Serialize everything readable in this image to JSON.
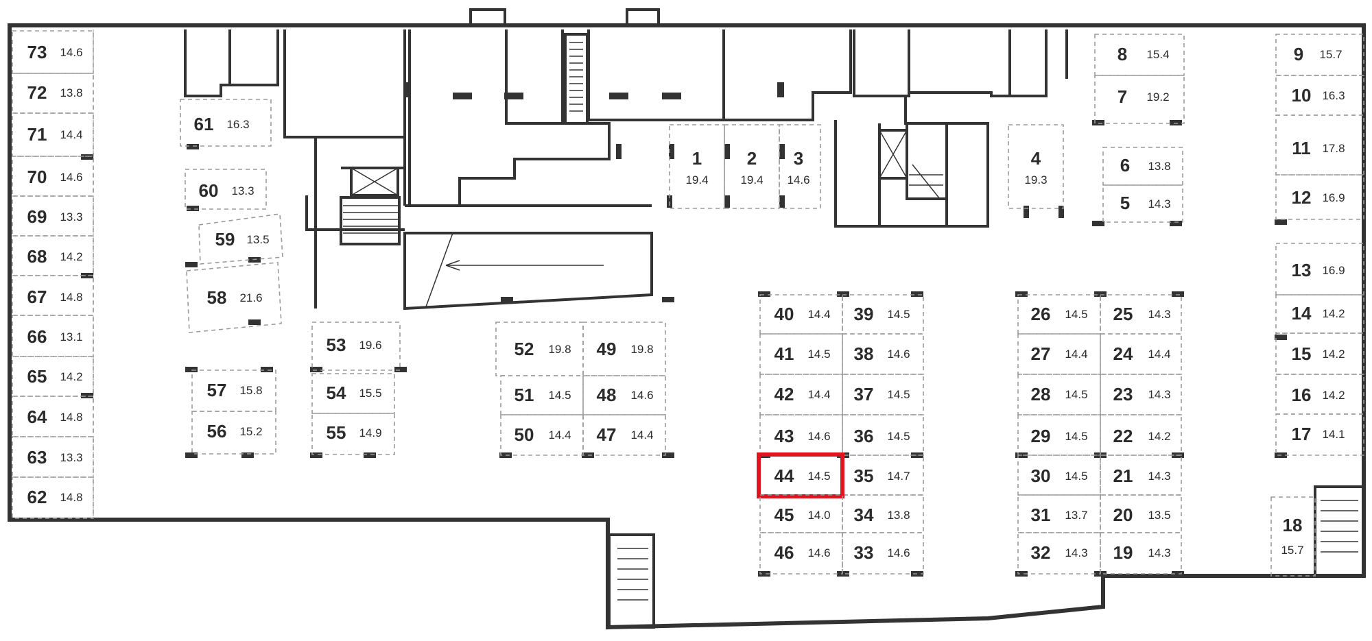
{
  "accent_color": "#e0141e",
  "selected_space": "44",
  "spaces": [
    {
      "id": "1",
      "area": "19.4"
    },
    {
      "id": "2",
      "area": "19.4"
    },
    {
      "id": "3",
      "area": "14.6"
    },
    {
      "id": "4",
      "area": "19.3"
    },
    {
      "id": "5",
      "area": "14.3"
    },
    {
      "id": "6",
      "area": "13.8"
    },
    {
      "id": "7",
      "area": "19.2"
    },
    {
      "id": "8",
      "area": "15.4"
    },
    {
      "id": "9",
      "area": "15.7"
    },
    {
      "id": "10",
      "area": "16.3"
    },
    {
      "id": "11",
      "area": "17.8"
    },
    {
      "id": "12",
      "area": "16.9"
    },
    {
      "id": "13",
      "area": "16.9"
    },
    {
      "id": "14",
      "area": "14.2"
    },
    {
      "id": "15",
      "area": "14.2"
    },
    {
      "id": "16",
      "area": "14.2"
    },
    {
      "id": "17",
      "area": "14.1"
    },
    {
      "id": "18",
      "area": "15.7"
    },
    {
      "id": "19",
      "area": "14.3"
    },
    {
      "id": "20",
      "area": "13.5"
    },
    {
      "id": "21",
      "area": "14.3"
    },
    {
      "id": "22",
      "area": "14.2"
    },
    {
      "id": "23",
      "area": "14.3"
    },
    {
      "id": "24",
      "area": "14.4"
    },
    {
      "id": "25",
      "area": "14.3"
    },
    {
      "id": "26",
      "area": "14.5"
    },
    {
      "id": "27",
      "area": "14.4"
    },
    {
      "id": "28",
      "area": "14.5"
    },
    {
      "id": "29",
      "area": "14.5"
    },
    {
      "id": "30",
      "area": "14.5"
    },
    {
      "id": "31",
      "area": "13.7"
    },
    {
      "id": "32",
      "area": "14.3"
    },
    {
      "id": "33",
      "area": "14.6"
    },
    {
      "id": "34",
      "area": "13.8"
    },
    {
      "id": "35",
      "area": "14.7"
    },
    {
      "id": "36",
      "area": "14.5"
    },
    {
      "id": "37",
      "area": "14.5"
    },
    {
      "id": "38",
      "area": "14.6"
    },
    {
      "id": "39",
      "area": "14.5"
    },
    {
      "id": "40",
      "area": "14.4"
    },
    {
      "id": "41",
      "area": "14.5"
    },
    {
      "id": "42",
      "area": "14.4"
    },
    {
      "id": "43",
      "area": "14.6"
    },
    {
      "id": "44",
      "area": "14.5"
    },
    {
      "id": "45",
      "area": "14.0"
    },
    {
      "id": "46",
      "area": "14.6"
    },
    {
      "id": "47",
      "area": "14.4"
    },
    {
      "id": "48",
      "area": "14.6"
    },
    {
      "id": "49",
      "area": "19.8"
    },
    {
      "id": "50",
      "area": "14.4"
    },
    {
      "id": "51",
      "area": "14.5"
    },
    {
      "id": "52",
      "area": "19.8"
    },
    {
      "id": "53",
      "area": "19.6"
    },
    {
      "id": "54",
      "area": "15.5"
    },
    {
      "id": "55",
      "area": "14.9"
    },
    {
      "id": "56",
      "area": "15.2"
    },
    {
      "id": "57",
      "area": "15.8"
    },
    {
      "id": "58",
      "area": "21.6"
    },
    {
      "id": "59",
      "area": "13.5"
    },
    {
      "id": "60",
      "area": "13.3"
    },
    {
      "id": "61",
      "area": "16.3"
    },
    {
      "id": "62",
      "area": "14.8"
    },
    {
      "id": "63",
      "area": "13.3"
    },
    {
      "id": "64",
      "area": "14.8"
    },
    {
      "id": "65",
      "area": "14.2"
    },
    {
      "id": "66",
      "area": "13.1"
    },
    {
      "id": "67",
      "area": "14.8"
    },
    {
      "id": "68",
      "area": "14.2"
    },
    {
      "id": "69",
      "area": "13.3"
    },
    {
      "id": "70",
      "area": "14.6"
    },
    {
      "id": "71",
      "area": "14.4"
    },
    {
      "id": "72",
      "area": "13.8"
    },
    {
      "id": "73",
      "area": "14.6"
    }
  ]
}
